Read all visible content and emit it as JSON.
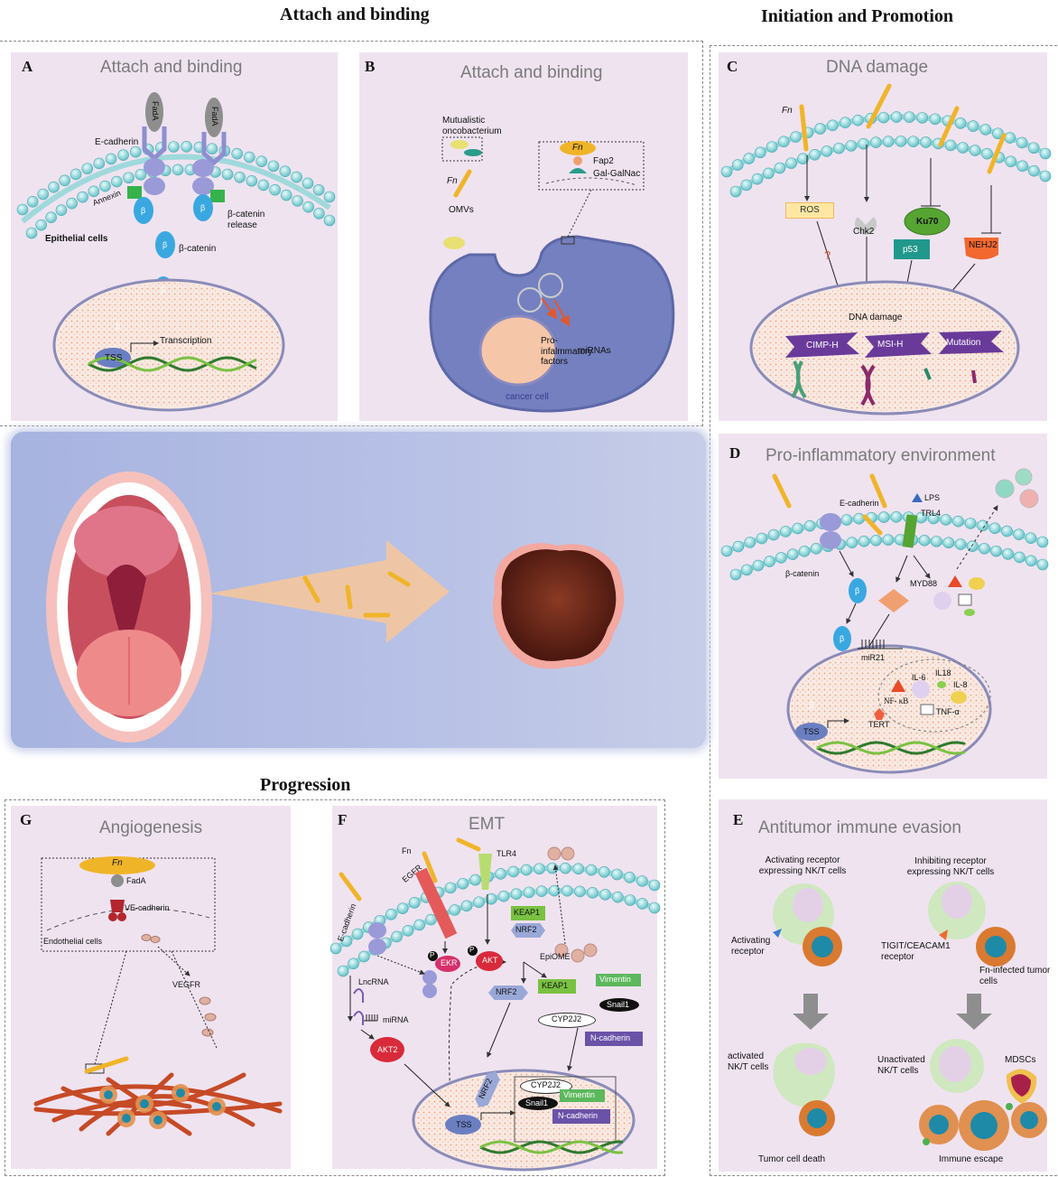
{
  "headers": {
    "left_top": "Attach and binding",
    "right_top": "Initiation and Promotion",
    "progression": "Progression"
  },
  "panelA": {
    "letter": "A",
    "title": "Attach and binding",
    "fada1": "FadA",
    "fada2": "FadA",
    "ecadherin": "E-cadherin",
    "annexin": "Annexin",
    "beta_release": "β-catenin release",
    "beta_symbol": "β",
    "epithelial": "Epithelial cells",
    "beta_catenin": "β-catenin",
    "tss": "TSS",
    "transcription": "Transcription"
  },
  "panelB": {
    "letter": "B",
    "title": "Attach and binding",
    "mutualistic": "Mutualistic oncobacterium",
    "fn": "Fn",
    "omvs": "OMVs",
    "inset_fn": "Fn",
    "fap2": "Fap2",
    "galgalnac": "Gal-GalNac",
    "proinf_factors": "Pro-infalmmatory factors",
    "mirnas": "miRNAs",
    "cancer_cell": "cancer cell"
  },
  "panelC": {
    "letter": "C",
    "title": "DNA damage",
    "fn": "Fn",
    "ros": "ROS",
    "question": "?",
    "chk2": "Chk2",
    "ku70": "Ku70",
    "p53": "p53",
    "nehj2": "NEHJ2",
    "dna_damage": "DNA damage",
    "cimp": "CIMP-H",
    "msi": "MSI-H",
    "mutation": "Mutation"
  },
  "panelD": {
    "letter": "D",
    "title": "Pro-inflammatory environment",
    "ecadherin": "E-cadherin",
    "lps": "LPS",
    "trl4": "TRL4",
    "beta_catenin": "β-catenin",
    "beta_symbol": "β",
    "myd88": "MYD88",
    "mir21": "miR21",
    "il6": "IL-6",
    "il18": "IL18",
    "il8": "IL-8",
    "nfkb": "NF- κB",
    "tnfa": "TNF-α",
    "tert": "TERT",
    "tss": "TSS"
  },
  "panelE": {
    "letter": "E",
    "title": "Antitumor immune evasion",
    "activating_cells": "Activating receptor expressing NK/T cells",
    "inhibiting_cells": "Inhibiting receptor expressing NK/T cells",
    "activating_receptor": "Activating receptor",
    "tigit": "TIGIT/CEACAM1 receptor",
    "fn_infected": "Fn-infected tumor cells",
    "activated": "activated NK/T cells",
    "unactivated": "Unactivated NK/T cells",
    "mdscs": "MDSCs",
    "tumor_death": "Tumor cell death",
    "immune_escape": "Immune escape"
  },
  "panelG": {
    "letter": "G",
    "title": "Angiogenesis",
    "fn": "Fn",
    "fada": "FadA",
    "vecadherin": "VE-cadherin",
    "endothelial": "Endothelial cells",
    "vegfr": "VEGFR"
  },
  "panelF": {
    "letter": "F",
    "title": "EMT",
    "fn": "Fn",
    "tlr4": "TLR4",
    "egfr": "EGFR",
    "ecadherin": "E-cadherin",
    "keap1_top": "KEAP1",
    "nrf2_top": "NRF2",
    "p1": "P",
    "p2": "P",
    "ekr": "EKR",
    "akt": "AKT",
    "epiome": "EpiOME",
    "vimentin": "Vimentin",
    "snail1": "Snail1",
    "keap1": "KEAP1",
    "nrf2": "NRF2",
    "cyp2j2": "CYP2J2",
    "ncadherin": "N-cadherin",
    "lncrna": "LncRNA",
    "mirna": "miRNA",
    "akt2": "AKT2",
    "nrf2_nuc": "NRF2",
    "cyp2j2_nuc": "CYP2J2",
    "snail1_nuc": "Snail1",
    "vimentin_nuc": "Vimentin",
    "ncadherin_nuc": "N-cadherin",
    "tss": "TSS"
  },
  "colors": {
    "panel_bg": "#efe3f0",
    "membrane_bead": "#8fd8dc",
    "nucleus_fill": "#f8e9e3",
    "beta_blue": "#3aa8e0",
    "fn_bacteria": "#f0b429",
    "mouth_band_start": "#a7b3e0",
    "mouth_band_end": "#c6cde8",
    "tumor": "#6e2b1e",
    "vessel": "#c64a26"
  }
}
